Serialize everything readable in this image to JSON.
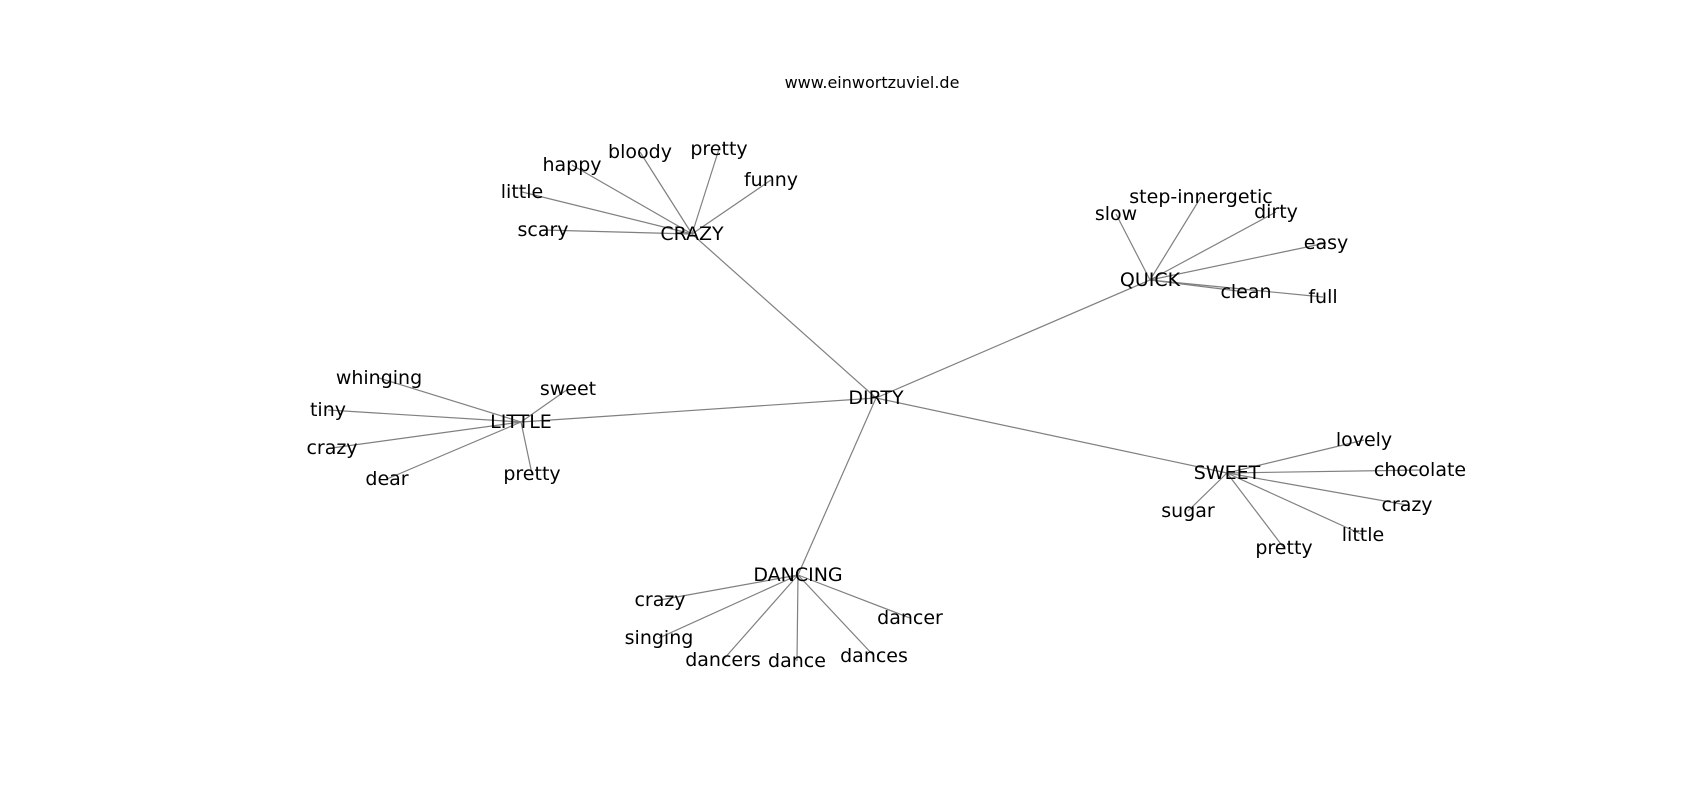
{
  "site": "www.einwortzuviel.de",
  "root": "DIRTY",
  "clusters": [
    {
      "label": "CRAZY",
      "words": [
        "scary",
        "little",
        "happy",
        "bloody",
        "pretty",
        "funny"
      ]
    },
    {
      "label": "QUICK",
      "words": [
        "slow",
        "step-innergetic",
        "dirty",
        "easy",
        "clean",
        "full"
      ]
    },
    {
      "label": "LITTLE",
      "words": [
        "whinging",
        "sweet",
        "tiny",
        "crazy",
        "dear",
        "pretty"
      ]
    },
    {
      "label": "SWEET",
      "words": [
        "lovely",
        "chocolate",
        "crazy",
        "little",
        "pretty",
        "sugar"
      ]
    },
    {
      "label": "DANCING",
      "words": [
        "crazy",
        "singing",
        "dancers",
        "dance",
        "dances",
        "dancer"
      ]
    }
  ]
}
